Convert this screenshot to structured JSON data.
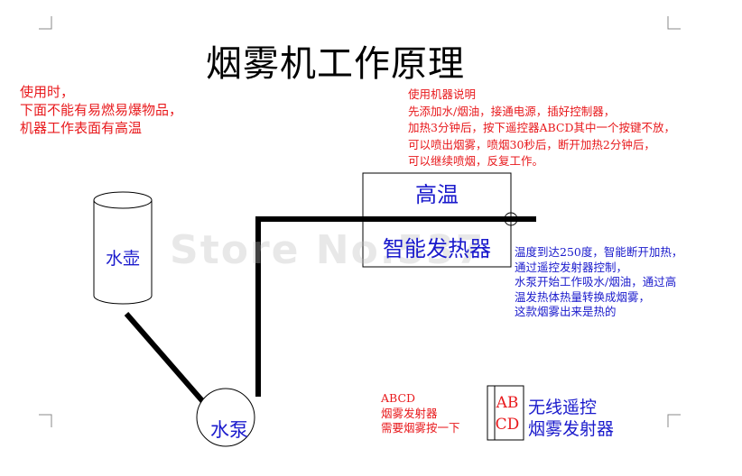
{
  "title": "烟雾机工作原理",
  "warning": {
    "lines": [
      "使用时，",
      "下面不能有易燃易爆物品，",
      "机器工作表面有高温"
    ]
  },
  "instructions": {
    "lines": [
      "使用机器说明",
      "先添加水/烟油，接通电源，插好控制器，",
      "加热3分钟后，按下遥控器ABCD其中一个按键不放，",
      "可以喷出烟雾，喷烟30秒后，断开加热2分钟后，",
      "可以继续喷烟，反复工作。"
    ]
  },
  "heater": {
    "top_label": "高温",
    "bottom_label": "智能发热器"
  },
  "behavior": {
    "lines": [
      "温度到达250度，智能断开加热，",
      "通过遥控发射器控制，",
      "水泵开始工作吸水/烟油，通过高",
      "温发热体热量转换成烟雾，",
      "这款烟雾出来是热的"
    ]
  },
  "kettle": {
    "label": "水壶"
  },
  "pump": {
    "label": "水泵"
  },
  "remote_note": {
    "lines": [
      "ABCD",
      "烟雾发射器",
      "需要烟雾按一下"
    ]
  },
  "remote": {
    "key_ab": "AB",
    "key_cd": "CD",
    "label_lines": [
      "无线遥控",
      "烟雾发射器"
    ]
  },
  "watermark": "Store No.537",
  "colors": {
    "red_text": "#e8191c",
    "blue_text": "#1a1acc",
    "pipe": "#000000"
  }
}
